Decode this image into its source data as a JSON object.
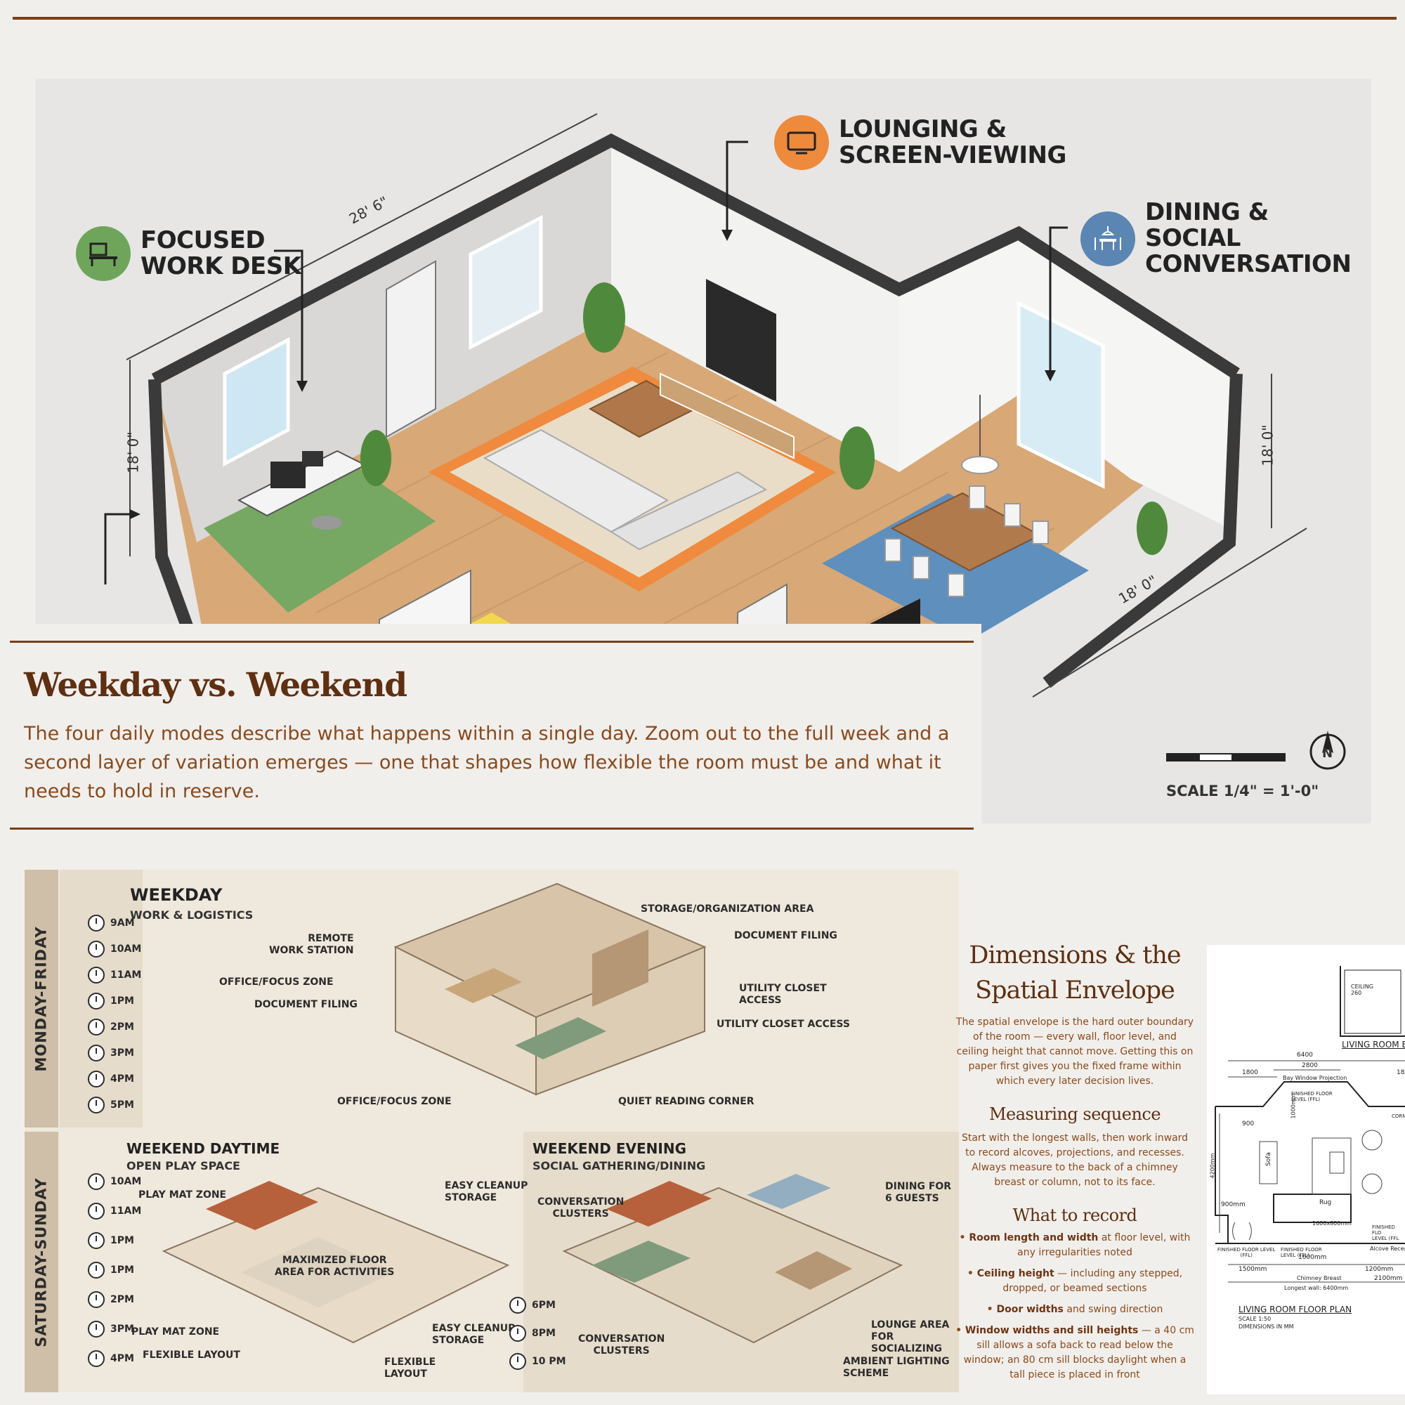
{
  "hero": {
    "zones": [
      {
        "label": "FOCUSED\nWORK DESK",
        "color": "#6fa55b",
        "icon": "desk-icon"
      },
      {
        "label": "LOUNGING &\nSCREEN-VIEWING",
        "color": "#ee8a3c",
        "icon": "tv-icon"
      },
      {
        "label": "DINING & SOCIAL\nCONVERSATION",
        "color": "#5b86b3",
        "icon": "dining-icon"
      }
    ],
    "dimensions": {
      "length": "28' 6\"",
      "left_height": "18' 0\"",
      "right_height": "18' 0\"",
      "front_width": "18' 0\""
    },
    "scale": "SCALE 1/4\" = 1'-0\"",
    "north": "N",
    "rug_colors": {
      "work": "#6fa55b",
      "lounge": "#ee8a3c",
      "dining": "#5b86b3",
      "play": "#f0d84a"
    }
  },
  "weekday_weekend": {
    "title": "Weekday vs. Weekend",
    "body": "The four daily modes describe what happens within a single day. Zoom out to the full week and a second layer of variation emerges — one that shapes how flexible the room must be and what it needs to hold in reserve."
  },
  "schedule": {
    "weekday": {
      "band": "MONDAY-FRIDAY",
      "title": "WEEKDAY",
      "subtitle": "WORK & LOGISTICS",
      "times": [
        "9AM",
        "10AM",
        "11AM",
        "1PM",
        "2PM",
        "3PM",
        "4PM",
        "5PM"
      ],
      "callouts": [
        "REMOTE\nWORK STATION",
        "OFFICE/FOCUS ZONE",
        "DOCUMENT FILING",
        "OFFICE/FOCUS ZONE",
        "STORAGE/ORGANIZATION AREA",
        "DOCUMENT FILING",
        "UTILITY CLOSET\nACCESS",
        "UTILITY CLOSET ACCESS",
        "QUIET READING CORNER"
      ]
    },
    "weekend": {
      "band": "SATURDAY-SUNDAY",
      "daytime_title": "WEEKEND DAYTIME",
      "daytime_subtitle": "OPEN PLAY SPACE",
      "daytime_times": [
        "10AM",
        "11AM",
        "1PM",
        "1PM",
        "2PM",
        "3PM",
        "4PM"
      ],
      "daytime_callouts": [
        "PLAY MAT ZONE",
        "EASY CLEANUP\nSTORAGE",
        "MAXIMIZED FLOOR\nAREA FOR ACTIVITIES",
        "PLAY MAT ZONE",
        "FLEXIBLE LAYOUT",
        "EASY CLEANUP\nSTORAGE",
        "FLEXIBLE\nLAYOUT"
      ],
      "evening_title": "WEEKEND EVENING",
      "evening_subtitle": "SOCIAL GATHERING/DINING",
      "evening_times": [
        "6PM",
        "8PM",
        "10 PM"
      ],
      "evening_callouts": [
        "CONVERSATION\nCLUSTERS",
        "DINING FOR\n6 GUESTS",
        "LOUNGE AREA\nFOR SOCIALIZING",
        "CONVERSATION\nCLUSTERS",
        "AMBIENT LIGHTING\nSCHEME"
      ]
    }
  },
  "dimensions": {
    "title": "Dimensions & the Spatial Envelope",
    "intro": "The spatial envelope is the hard outer boundary of the room — every wall, floor level, and ceiling height that cannot move. Getting this on paper first gives you the fixed frame within which every later decision lives.",
    "measuring_heading": "Measuring sequence",
    "measuring_body": "Start with the longest walls, then work inward to record alcoves, projections, and recesses. Always measure to the back of a chimney breast or column, not to its face.",
    "record_heading": "What to record",
    "record_items": [
      {
        "bold": "Room length and width",
        "rest": " at floor level, with any irregularities noted"
      },
      {
        "bold": "Ceiling height",
        "rest": " — including any stepped, dropped, or beamed sections"
      },
      {
        "bold": "Door widths",
        "rest": " and swing direction"
      },
      {
        "bold": "Window widths and sill heights",
        "rest": " — a 40 cm sill allows a sofa back to read below the window; an 80 cm sill blocks daylight when a tall piece is placed in front"
      }
    ]
  },
  "plan": {
    "elevation_title": "LIVING ROOM ELI",
    "ceiling_label": "CEILING\n260",
    "dims_top": [
      "6400",
      "2800",
      "1800",
      "18"
    ],
    "bay_label": "Bay Window Projection",
    "ffl_label": "FINISHED FLOOR\nLEVEL (FFL)",
    "corner_label": "CORN",
    "labels": [
      "900",
      "Sofa",
      "Rug",
      "900mm",
      "1600x800mm",
      "4200mm",
      "1000mm"
    ],
    "bottom_dims": [
      "1500mm",
      "1600mm",
      "1200mm",
      "Chimney Breast",
      "2100mm",
      "Longest wall: 6400mm"
    ],
    "alcove": "Alcove Recess",
    "ffl_right": "FINISHED FLO\nLEVEL (FFL",
    "ffl_left": "FINISHED FLOOR LEVEL\n(FFL)",
    "ffl_small": "FINISHED FLOOR\nLEVEL (FFL)",
    "plan_title": "LIVING ROOM FLOOR PLAN",
    "plan_scale": "SCALE 1:50",
    "plan_units": "DIMENSIONS IN MM"
  }
}
